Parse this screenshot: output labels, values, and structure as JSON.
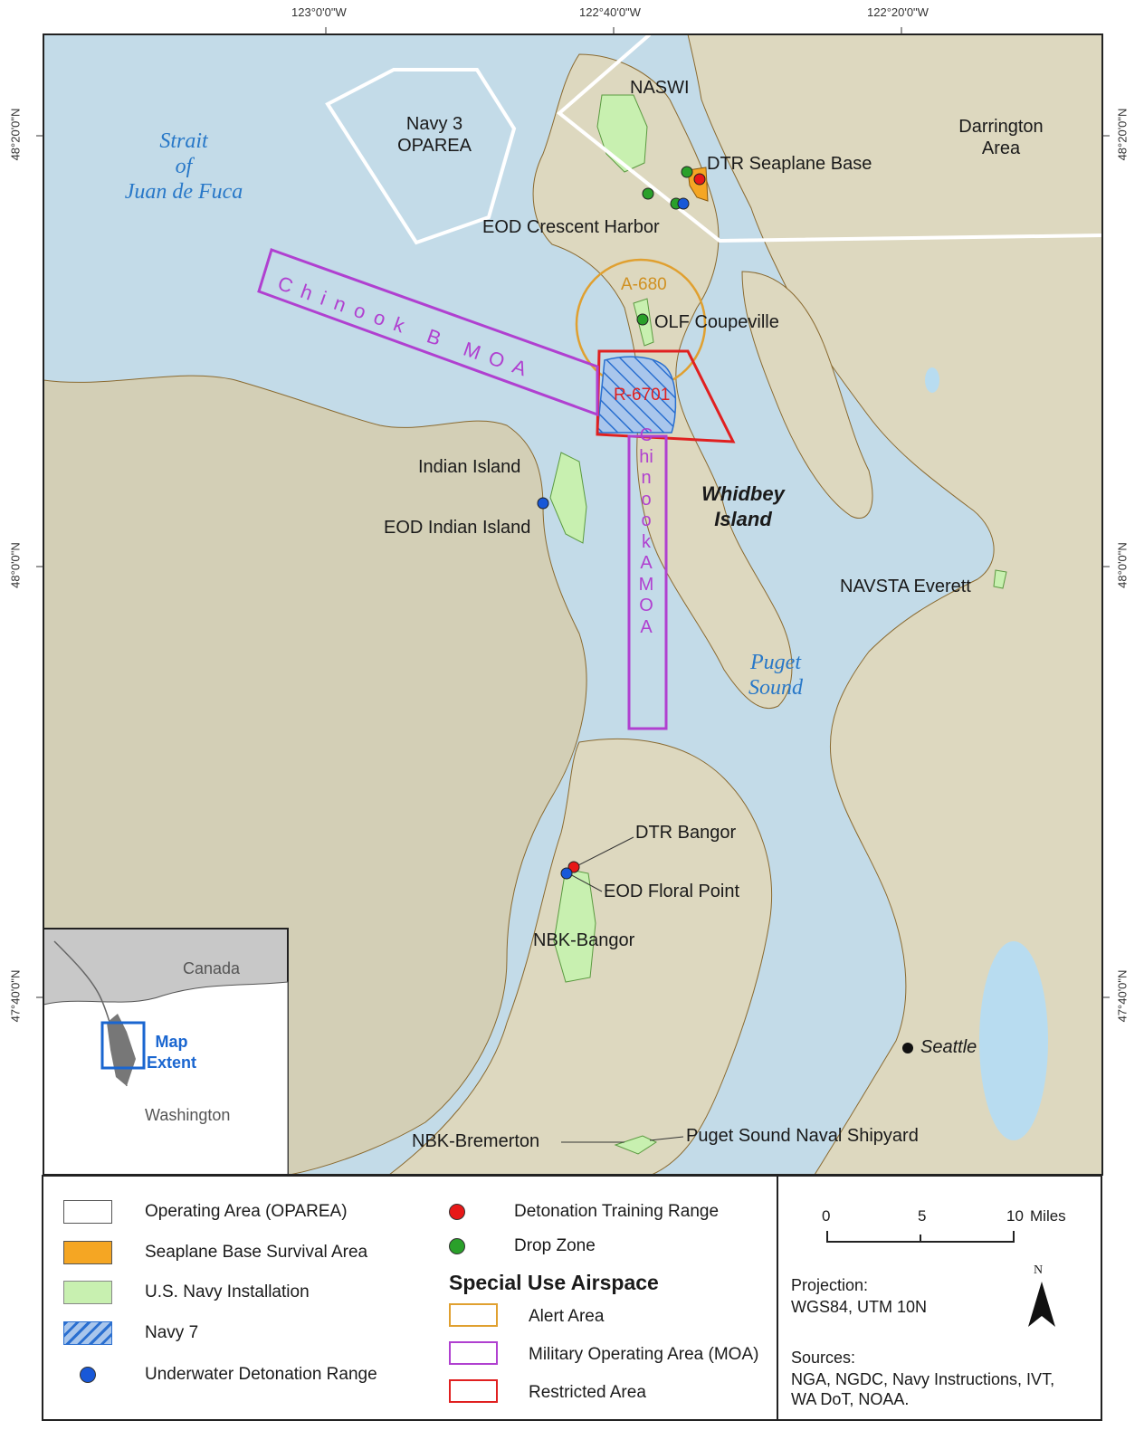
{
  "coordinates": {
    "top": [
      "123°0'0\"W",
      "122°40'0\"W",
      "122°20'0\"W"
    ],
    "left": [
      "48°20'0\"N",
      "48°0'0\"N",
      "47°40'0\"N"
    ],
    "right": [
      "48°20'0\"N",
      "48°0'0\"N",
      "47°40'0\"N"
    ]
  },
  "water_labels": {
    "strait": "Strait\nof\nJuan de Fuca",
    "puget": "Puget\nSound"
  },
  "places": {
    "naswi": "NASWI",
    "navy3": "Navy 3\nOPAREA",
    "darrington": "Darrington\nArea",
    "dtr_seaplane": "DTR Seaplane Base",
    "eod_crescent": "EOD Crescent Harbor",
    "a680": "A-680",
    "olf": "OLF Coupeville",
    "r6701": "R-6701",
    "chinook_b": "Chinook B MOA",
    "chinook_a": "Chinook A MOA",
    "indian_island": "Indian Island",
    "eod_indian": "EOD Indian Island",
    "whidbey": "Whidbey\nIsland",
    "navsta": "NAVSTA Everett",
    "dtr_bangor": "DTR Bangor",
    "eod_floral": "EOD Floral Point",
    "nbk_bangor": "NBK-Bangor",
    "seattle": "Seattle",
    "nbk_bremerton": "NBK-Bremerton",
    "psns": "Puget Sound Naval Shipyard"
  },
  "inset": {
    "canada": "Canada",
    "washington": "Washington",
    "map_extent": "Map\nExtent"
  },
  "legend": {
    "items_left": [
      {
        "label": "Operating Area (OPAREA)",
        "swatch": "oparea"
      },
      {
        "label": "Seaplane Base Survival Area",
        "swatch": "seaplane"
      },
      {
        "label": "U.S. Navy Installation",
        "swatch": "navy"
      },
      {
        "label": "Navy 7",
        "swatch": "navy7"
      },
      {
        "label": "Underwater Detonation Range",
        "swatch": "udr"
      }
    ],
    "items_mid": [
      {
        "label": "Detonation Training Range",
        "swatch": "dtr"
      },
      {
        "label": "Drop Zone",
        "swatch": "dz"
      }
    ],
    "sua_title": "Special Use Airspace",
    "sua_items": [
      {
        "label": "Alert Area",
        "swatch": "alert"
      },
      {
        "label": "Military Operating Area (MOA)",
        "swatch": "moa"
      },
      {
        "label": "Restricted Area",
        "swatch": "restricted"
      }
    ],
    "scale": {
      "ticks": [
        "0",
        "5",
        "10"
      ],
      "unit": "Miles"
    },
    "north": "N",
    "projection_title": "Projection:",
    "projection_value": "WGS84, UTM 10N",
    "sources_title": "Sources:",
    "sources_value": "NGA, NGDC, Navy Instructions, IVT,\nWA DoT, NOAA."
  },
  "colors": {
    "water": "#c3dbe8",
    "land": "#ddd8bf",
    "navy_installation": "#c8f0b0",
    "seaplane": "#f5a623",
    "alert": "#e0a030",
    "moa": "#b040d0",
    "restricted": "#e02020",
    "navy7": "#2a6fd0",
    "dtr_dot": "#e81818",
    "dz_dot": "#2aa02a",
    "udr_dot": "#1858d8"
  }
}
